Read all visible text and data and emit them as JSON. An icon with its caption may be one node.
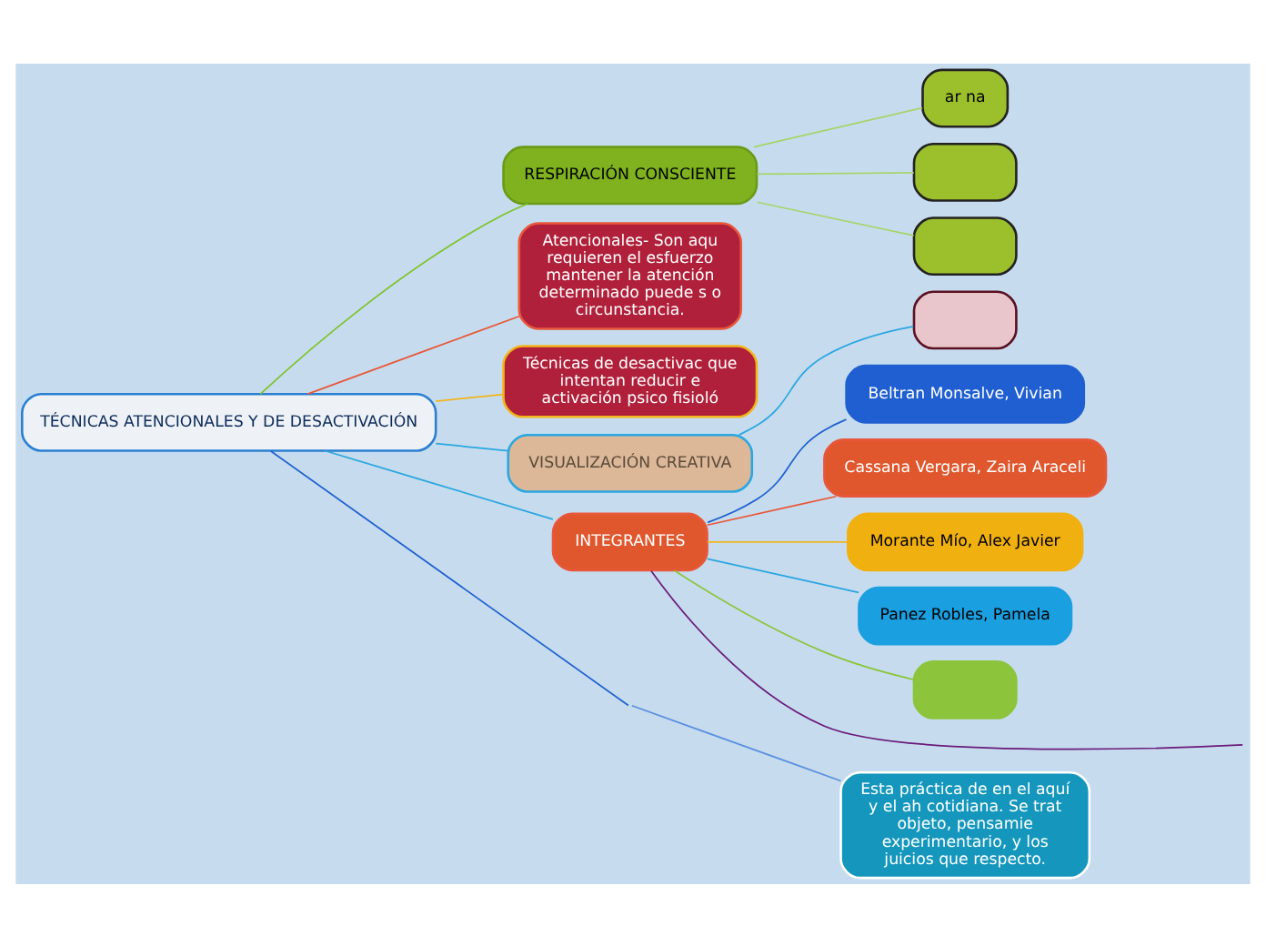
{
  "diagram": {
    "nodes": [
      {
        "text": [
          "TÉCNICAS ATENCIONALES Y DE DESACTIVACIÓN"
        ]
      },
      {
        "text": [
          "RESPIRACIÓN CONSCIENTE"
        ]
      },
      {
        "text": [
          "ar na"
        ]
      },
      {
        "text": [],
        "shape": "box"
      },
      {
        "text": [],
        "shape": "box"
      },
      {
        "text": [
          "Esta práctica de en el aquí y el ah cotidiana. Se trat objeto, pensamie experimentario, y los juicios que respecto."
        ]
      },
      {
        "text": [
          "Atencionales- Son aqu requieren el esfuerzo mantener la atención determinado puede s o circunstancia."
        ]
      },
      {
        "text": [
          "Técnicas de desactivac que intentan reducir e activación psico fisioló"
        ]
      },
      {
        "text": [
          "VISUALIZACIÓN CREATIVA"
        ]
      },
      {
        "text": [],
        "shape": "box"
      },
      {
        "text": [
          "INTEGRANTES"
        ]
      },
      {
        "text": [
          "Beltran Monsalve, Vivian"
        ]
      },
      {
        "text": [
          "Cassana Vergara, Zaira Araceli"
        ]
      },
      {
        "text": [
          "Morante Mío, Alex Javier"
        ]
      },
      {
        "text": [
          "Panez Robles, Pamela"
        ]
      },
      {
        "text": [],
        "shape": "box"
      }
    ],
    "edges": [
      {
        "from": 0,
        "to": 1,
        "arrow": "none",
        "color": "#7dc22a"
      },
      {
        "from": 1,
        "to": 2,
        "arrow": "none",
        "color": "#a6d46a"
      },
      {
        "from": 1,
        "to": 3,
        "arrow": "none",
        "color": "#a6d46a"
      },
      {
        "from": 1,
        "to": 4,
        "arrow": "none",
        "color": "#a6d46a"
      },
      {
        "from": 0,
        "to": null,
        "arrow": "none",
        "color": "#1f5fd1"
      },
      {
        "from": null,
        "to": 5,
        "arrow": "none",
        "color": "#5b8fe0"
      },
      {
        "from": 0,
        "to": 6,
        "arrow": "none",
        "color": "#e8573a"
      },
      {
        "from": 0,
        "to": 7,
        "arrow": "none",
        "color": "#f2b51c"
      },
      {
        "from": 0,
        "to": 8,
        "arrow": "none",
        "color": "#2aa6e0"
      },
      {
        "from": 8,
        "to": 9,
        "arrow": "none",
        "color": "#2aa6e0"
      },
      {
        "from": 0,
        "to": 10,
        "arrow": "none",
        "color": "#2aa6e0"
      },
      {
        "from": 10,
        "to": 11,
        "arrow": "none",
        "color": "#1f5fd1"
      },
      {
        "from": 10,
        "to": 12,
        "arrow": "none",
        "color": "#e8573a"
      },
      {
        "from": 10,
        "to": 13,
        "arrow": "none",
        "color": "#f2b51c"
      },
      {
        "from": 10,
        "to": 14,
        "arrow": "none",
        "color": "#2aa6e0"
      },
      {
        "from": 10,
        "to": 15,
        "arrow": "none",
        "color": "#8cc43c"
      },
      {
        "from": 10,
        "to": null,
        "arrow": "none",
        "color": "#6a1a7a"
      }
    ]
  }
}
